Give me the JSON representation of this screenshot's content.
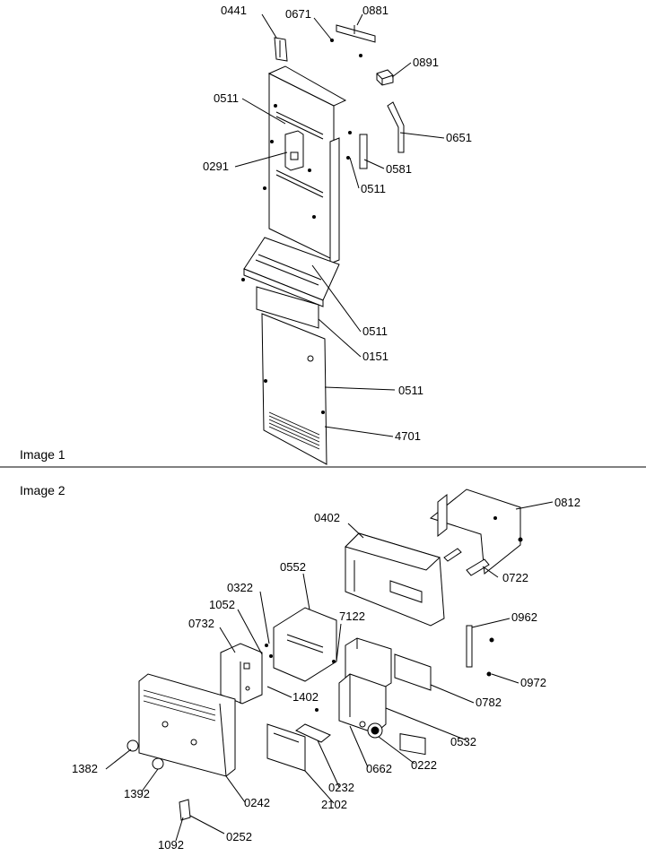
{
  "diagram": {
    "section_1": "Image 1",
    "section_2": "Image 2",
    "labels_1": [
      "0441",
      "0671",
      "0881",
      "0891",
      "0511",
      "0651",
      "0291",
      "0581",
      "0511",
      "0511",
      "0151",
      "0511",
      "4701"
    ],
    "labels_2": [
      "0812",
      "0402",
      "0722",
      "0552",
      "0322",
      "1052",
      "7122",
      "0962",
      "0732",
      "1402",
      "0782",
      "0972",
      "0532",
      "0222",
      "0662",
      "1382",
      "1392",
      "0232",
      "0242",
      "2102",
      "1092",
      "0252"
    ]
  }
}
